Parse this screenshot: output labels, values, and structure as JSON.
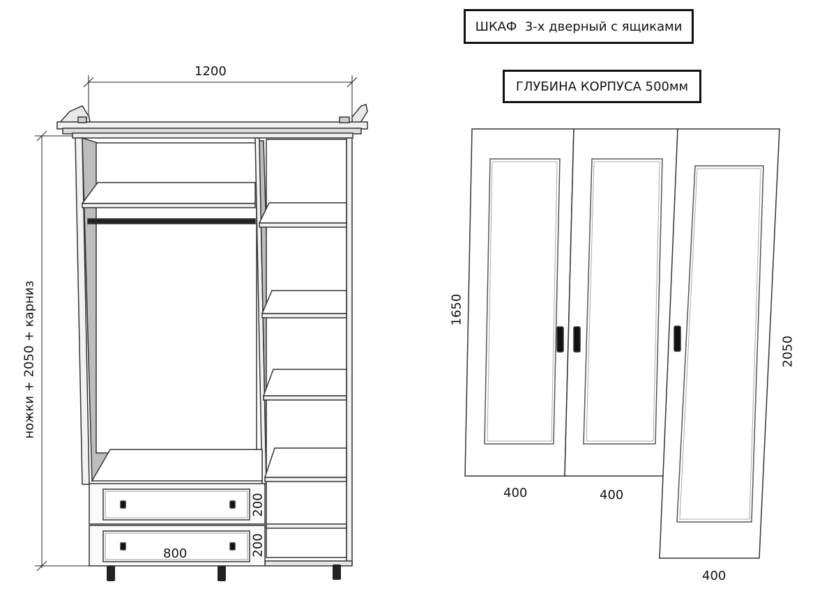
{
  "title": "ШКАФ  3-х дверный с ящиками",
  "depth_label": "ГЛУБИНА КОРПУСА 500мм",
  "cabinet": {
    "width_label": "1200",
    "height_label": "ножки + 2050 + карниз",
    "drawer_top_height": "200",
    "drawer_bottom_height": "200",
    "drawer_width": "800"
  },
  "doors": {
    "short_height": "1650",
    "tall_height": "2050",
    "door1_width": "400",
    "door2_width": "400",
    "door3_width": "400"
  }
}
